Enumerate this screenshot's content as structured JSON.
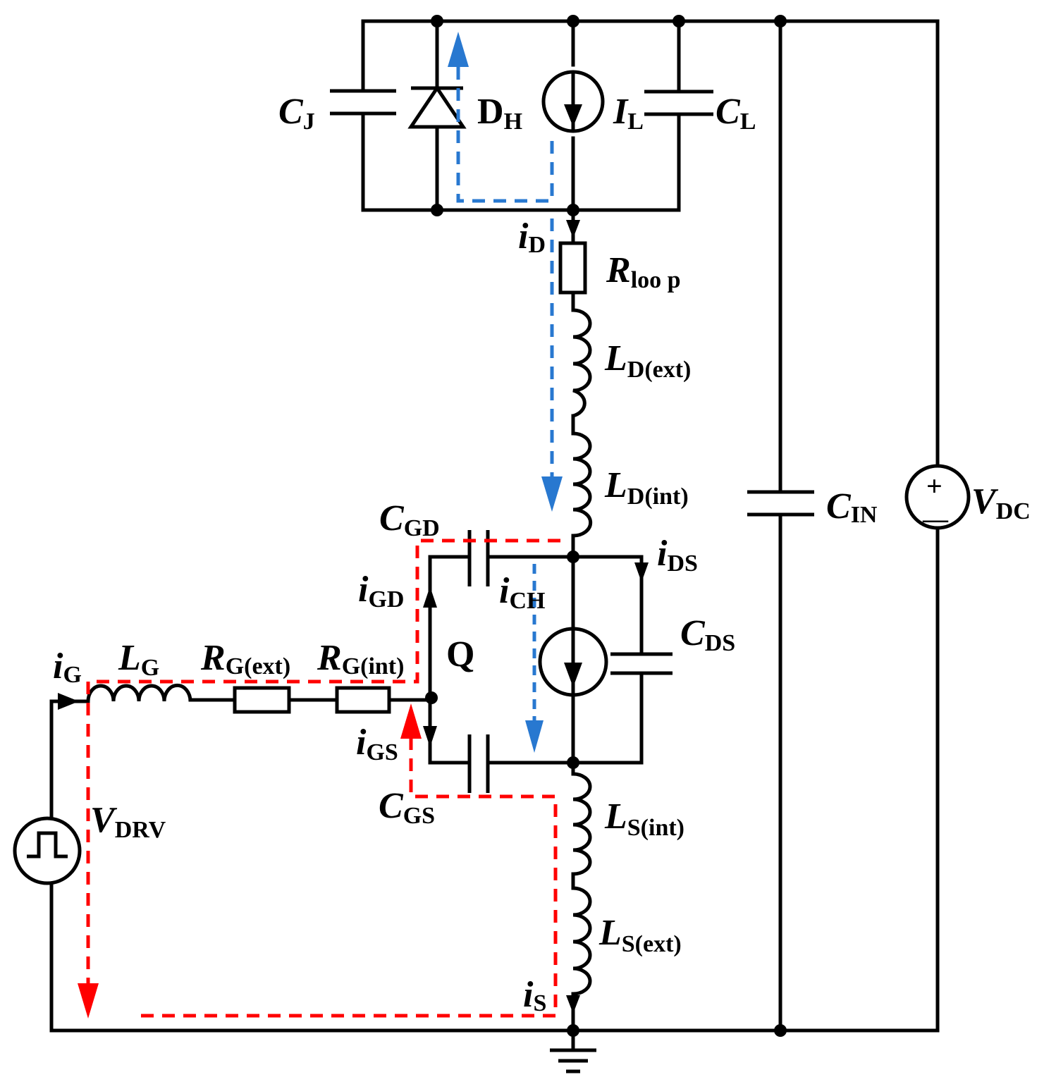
{
  "colors": {
    "wire": "#000000",
    "gate_loop": "#ff0000",
    "drain_loop": "#2878d0"
  },
  "labels": {
    "cj": {
      "main": "C",
      "sub": "J"
    },
    "dh": {
      "main": "D",
      "sub": "H"
    },
    "il": {
      "main": "I",
      "sub": "L"
    },
    "cl": {
      "main": "C",
      "sub": "L"
    },
    "id": {
      "main": "i",
      "sub": "D"
    },
    "rloop": {
      "main": "R",
      "sub": "loo p"
    },
    "ldext": {
      "main": "L",
      "sub": "D(ext)"
    },
    "ldint": {
      "main": "L",
      "sub": "D(int)"
    },
    "cin": {
      "main": "C",
      "sub": "IN"
    },
    "vdc": {
      "main": "V",
      "sub": "DC"
    },
    "cgd": {
      "main": "C",
      "sub": "GD"
    },
    "ids": {
      "main": "i",
      "sub": "DS"
    },
    "igd": {
      "main": "i",
      "sub": "GD"
    },
    "ich": {
      "main": "i",
      "sub": "CH"
    },
    "cds": {
      "main": "C",
      "sub": "DS"
    },
    "q": "Q",
    "ig": {
      "main": "i",
      "sub": "G"
    },
    "lg": {
      "main": "L",
      "sub": "G"
    },
    "rgext": {
      "main": "R",
      "sub": "G(ext)"
    },
    "rgint": {
      "main": "R",
      "sub": "G(int)"
    },
    "igs": {
      "main": "i",
      "sub": "GS"
    },
    "cgs": {
      "main": "C",
      "sub": "GS"
    },
    "vdrv": {
      "main": "V",
      "sub": "DRV"
    },
    "lsint": {
      "main": "L",
      "sub": "S(int)"
    },
    "lsext": {
      "main": "L",
      "sub": "S(ext)"
    },
    "is": {
      "main": "i",
      "sub": "S"
    },
    "vdc_plus": "+",
    "vdc_minus": "—"
  }
}
